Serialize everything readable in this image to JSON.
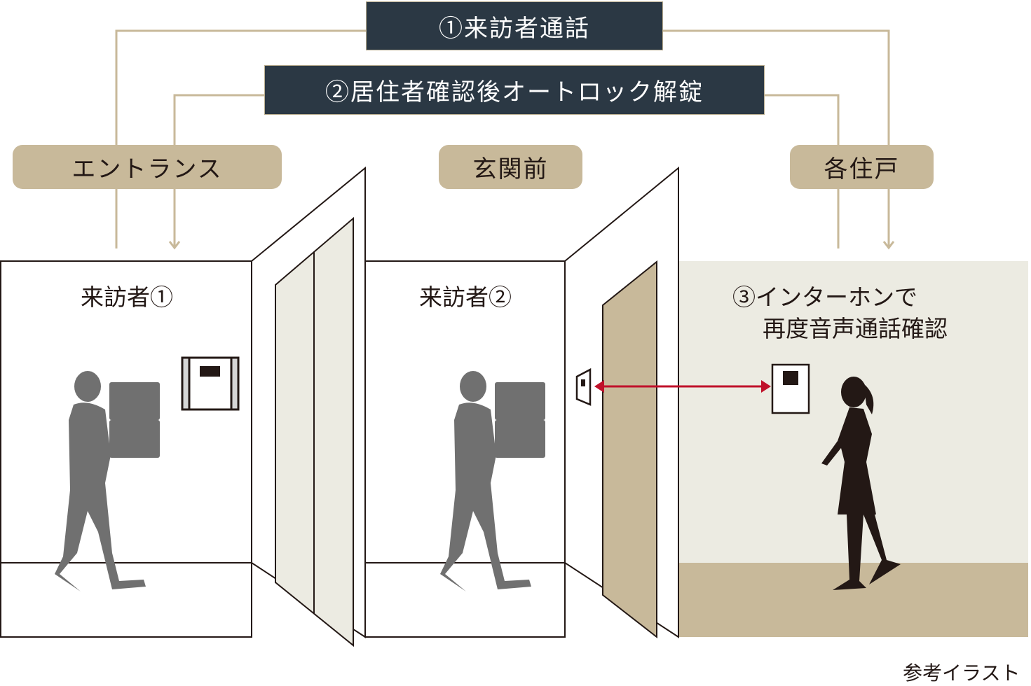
{
  "steps": {
    "step1": "①来訪者通話",
    "step2": "②居住者確認後オートロック解錠",
    "step3_line1": "③インターホンで",
    "step3_line2": "再度音声通話確認"
  },
  "locations": {
    "entrance": "エントランス",
    "front_door": "玄関前",
    "unit": "各住戸"
  },
  "visitors": {
    "visitor1": "来訪者①",
    "visitor2": "来訪者②"
  },
  "note": "参考イラスト",
  "colors": {
    "navy": "#2b3844",
    "tan": "#c8b99a",
    "wall": "#ecebe2",
    "arrow_red": "#c0112a",
    "person_gray": "#707070",
    "resident": "#231815"
  }
}
